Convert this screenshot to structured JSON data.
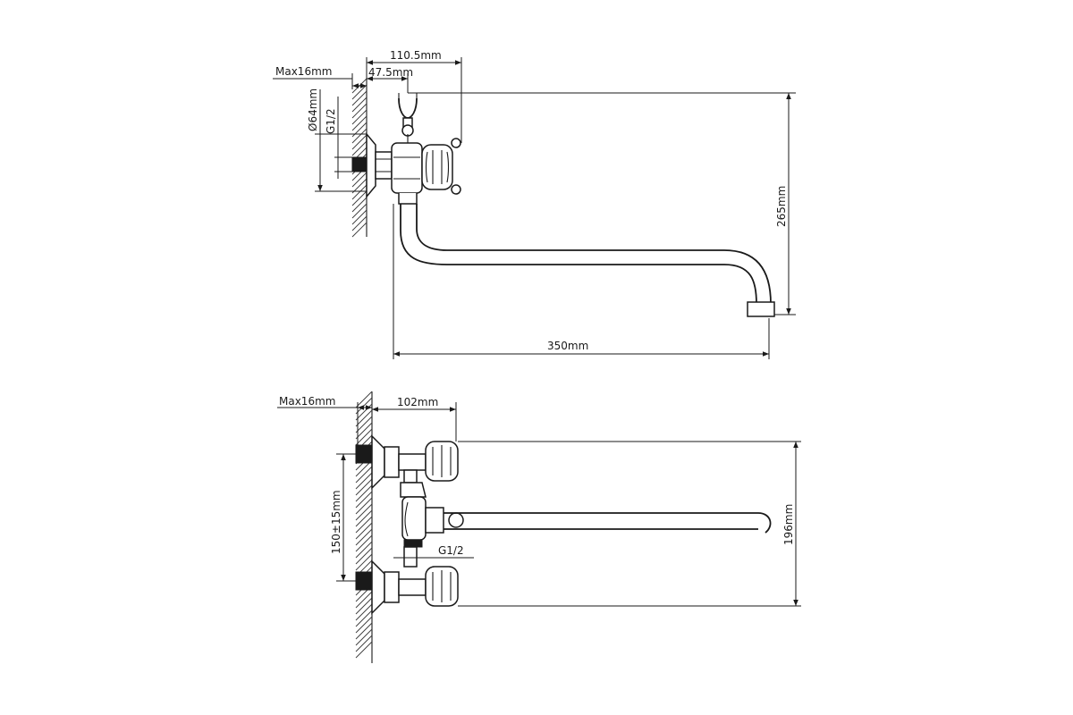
{
  "top_view": {
    "labels": {
      "max_wall": "Max16mm",
      "offset_110": "110.5mm",
      "offset_47": "47.5mm",
      "diameter": "Ø64mm",
      "thread": "G1/2",
      "height": "265mm",
      "length": "350mm"
    }
  },
  "bottom_view": {
    "labels": {
      "max_wall": "Max16mm",
      "depth": "102mm",
      "spacing": "150±15mm",
      "thread": "G1/2",
      "height": "196mm"
    }
  }
}
